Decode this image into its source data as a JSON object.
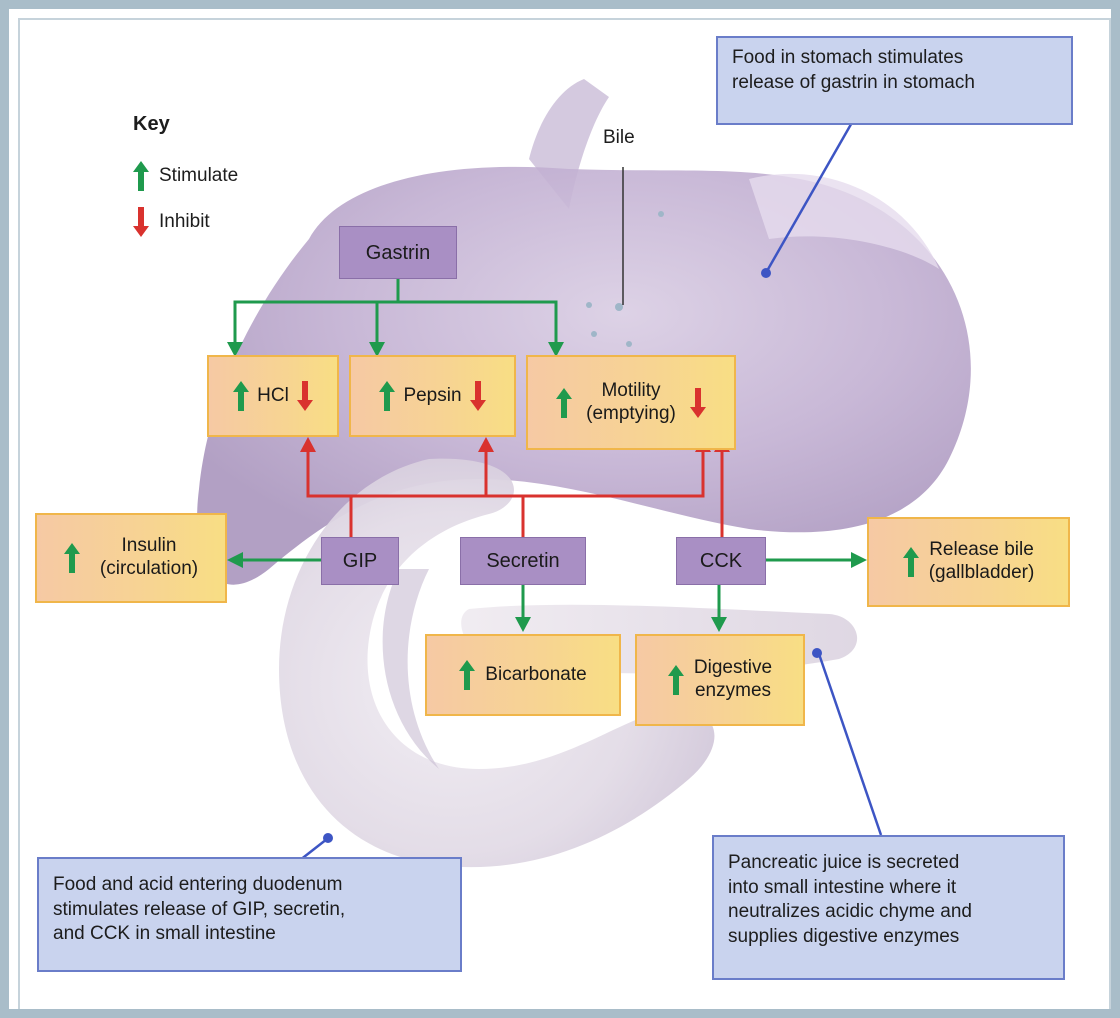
{
  "key": {
    "title": "Key",
    "stimulate": "Stimulate",
    "inhibit": "Inhibit"
  },
  "colors": {
    "stimulate_arrow": "#1f9a4d",
    "inhibit_arrow": "#d9322e",
    "hormone_box": "#a98fc4",
    "effect_box": "#f7d492",
    "note_box": "#c9d3ee",
    "pointer_line": "#3d55c4"
  },
  "bile_label": "Bile",
  "hormones": {
    "gastrin": "Gastrin",
    "gip": "GIP",
    "secretin": "Secretin",
    "cck": "CCK"
  },
  "effects": {
    "hcl": "HCl",
    "pepsin": "Pepsin",
    "motility_line1": "Motility",
    "motility_line2": "(emptying)",
    "insulin_line1": "Insulin",
    "insulin_line2": "(circulation)",
    "release_bile_line1": "Release bile",
    "release_bile_line2": "(gallbladder)",
    "bicarbonate": "Bicarbonate",
    "digestive_line1": "Digestive",
    "digestive_line2": "enzymes"
  },
  "notes": {
    "stomach_line1": "Food in stomach stimulates",
    "stomach_line2": "release of gastrin in stomach",
    "duodenum_line1": "Food and acid entering duodenum",
    "duodenum_line2": "stimulates release of GIP, secretin,",
    "duodenum_line3": "and CCK in small intestine",
    "pancreatic_line1": "Pancreatic juice is secreted",
    "pancreatic_line2": "into small intestine where it",
    "pancreatic_line3": "neutralizes acidic chyme and",
    "pancreatic_line4": "supplies digestive enzymes"
  }
}
